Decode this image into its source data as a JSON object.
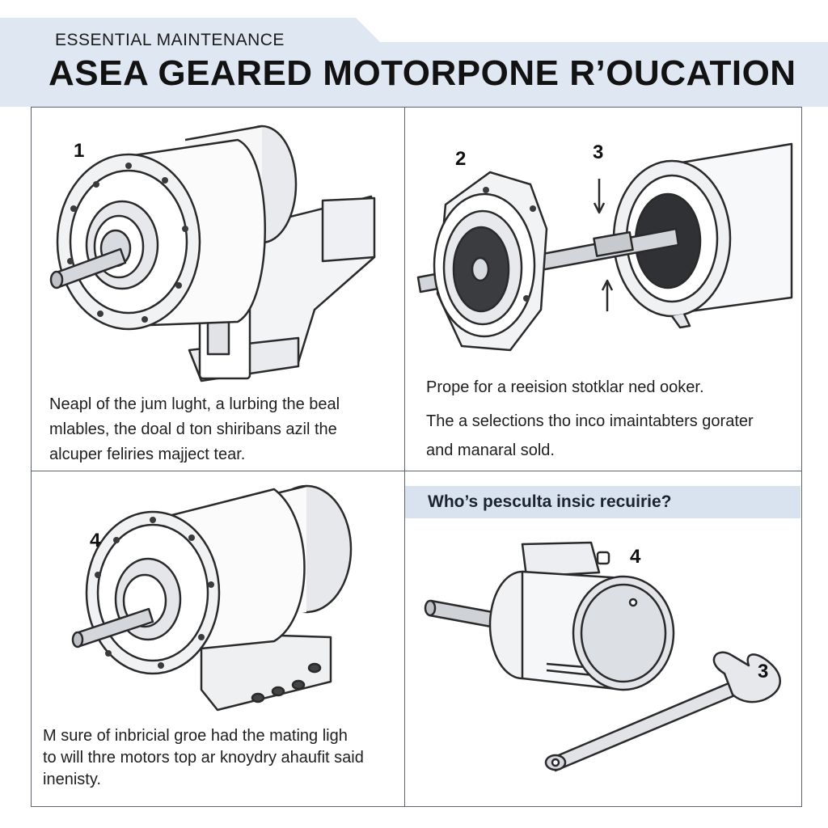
{
  "header": {
    "kicker": "ESSENTIAL MAINTENANCE",
    "title": "ASEA GEARED MOTORPONE R’OUCATION"
  },
  "panels": [
    {
      "steps": [
        "1"
      ],
      "caption": [
        "Neapl of the jum lught, a lurbing the beal",
        "mlables, the doal d ton shiribans azil the",
        "alcuper feliries majject tear."
      ]
    },
    {
      "steps": [
        "2",
        "3"
      ],
      "caption": [
        "Prope for a reeision stotklar ned ooker.",
        "The a selections tho inco imaintabters gorater",
        "and manaral sold."
      ]
    },
    {
      "steps": [
        "4"
      ],
      "caption": [
        "M sure of inbricial groe had the mating ligh",
        "to will thre motors top ar knoydry ahaufit said",
        "inenisty."
      ]
    },
    {
      "subhead": "Who’s pesculta insic recuirie?",
      "steps": [
        "4",
        "3"
      ]
    }
  ],
  "colors": {
    "header_band": "#dfe7f2",
    "subhead_bar": "#d9e2ef",
    "panel_border": "#5c6470",
    "line_art": "#2a2a2a",
    "shading": "#c9ccd1"
  }
}
